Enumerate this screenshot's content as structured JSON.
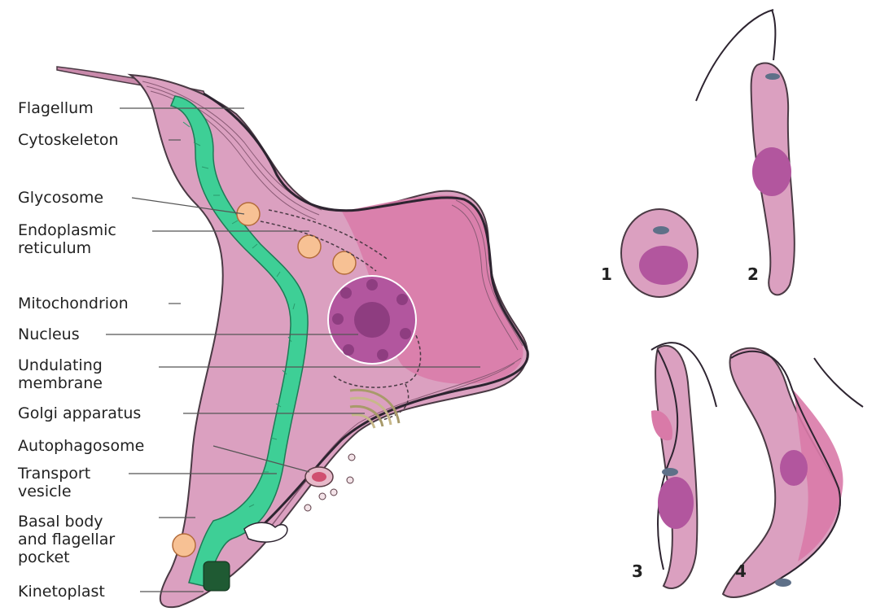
{
  "labels": {
    "flagellum": "Flagellum",
    "cytoskeleton": "Cytoskeleton",
    "glycosome": "Glycosome",
    "er": "Endoplasmic\nreticulum",
    "mitochondrion": "Mitochondrion",
    "nucleus": "Nucleus",
    "undulating": "Undulating\nmembrane",
    "golgi": "Golgi apparatus",
    "autophagosome": "Autophagosome",
    "transport": "Transport\nvesicle",
    "basal": "Basal body\nand flagellar\npocket",
    "kinetoplast": "Kinetoplast"
  },
  "forms": [
    "1",
    "2",
    "3",
    "4"
  ],
  "colors": {
    "cell": "#dba0c0",
    "cell_outline": "#4a3a44",
    "mitochondrion": "#3ecf96",
    "nucleus": "#b2569e",
    "undulating": "#d97aa8",
    "glycosome": "#f7c194",
    "kinetoplast": "#1f5a33"
  }
}
